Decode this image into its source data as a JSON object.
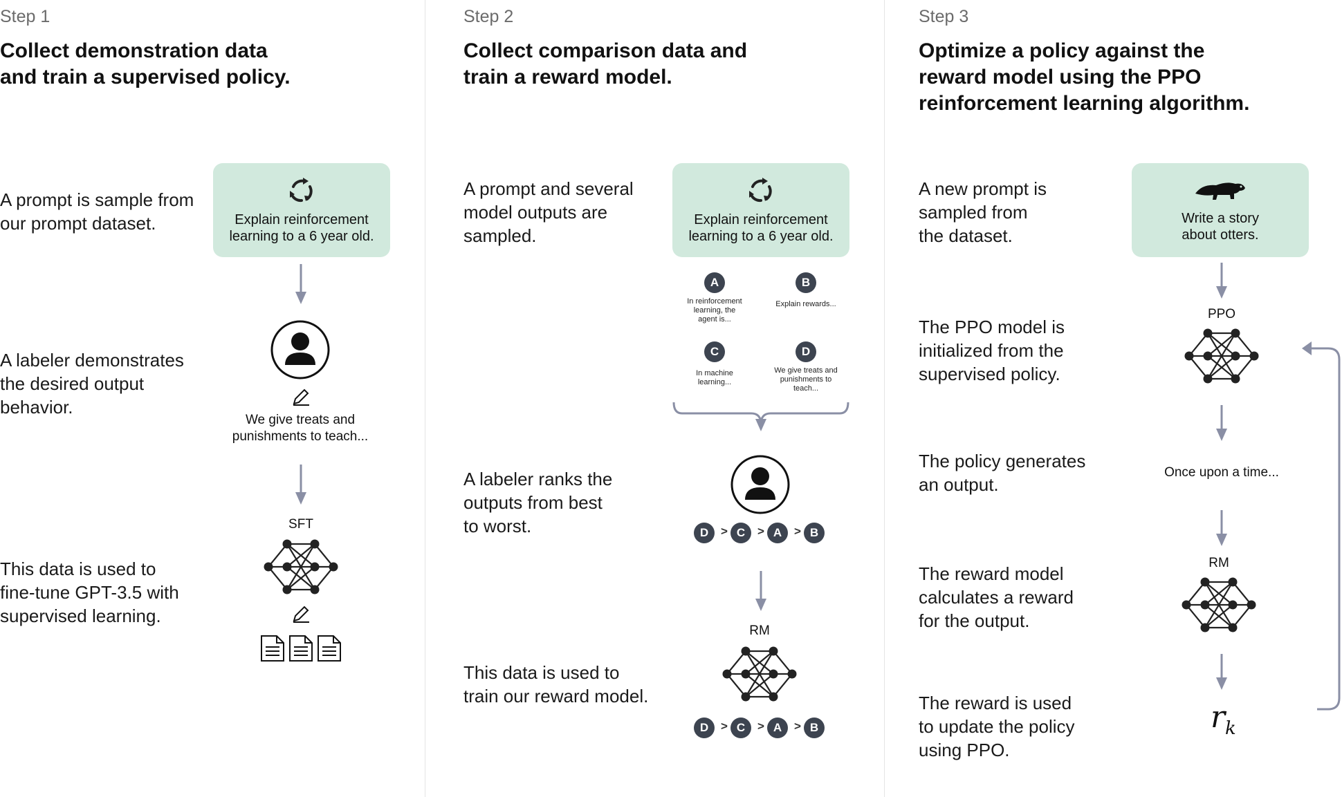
{
  "steps": [
    {
      "label": "Step 1",
      "title_line1": "Collect demonstration data",
      "title_line2": "and train a supervised policy.",
      "descriptions": [
        {
          "lines": [
            "A prompt is sample from",
            "our prompt dataset."
          ]
        },
        {
          "lines": [
            "A labeler demonstrates",
            "the desired output",
            "behavior."
          ]
        },
        {
          "lines": [
            "This data is used to",
            "fine-tune GPT-3.5 with",
            "supervised learning."
          ]
        }
      ],
      "prompt": {
        "line1": "Explain reinforcement",
        "line2": "learning to a 6 year old."
      },
      "demo_output": {
        "line1": "We give treats and",
        "line2": "punishments to teach..."
      },
      "model_label": "SFT"
    },
    {
      "label": "Step 2",
      "title_line1": "Collect comparison data and",
      "title_line2": "train a reward model.",
      "descriptions": [
        {
          "lines": [
            "A prompt and several",
            "model outputs are",
            "sampled."
          ]
        },
        {
          "lines": [
            "A labeler ranks the",
            "outputs from best",
            "to worst."
          ]
        },
        {
          "lines": [
            "This data is used to",
            "train our reward model."
          ]
        }
      ],
      "prompt": {
        "line1": "Explain reinforcement",
        "line2": "learning to a 6 year old."
      },
      "outputs": [
        {
          "letter": "A",
          "lines": [
            "In reinforcement",
            "learning, the",
            "agent is..."
          ]
        },
        {
          "letter": "B",
          "lines": [
            "Explain rewards..."
          ]
        },
        {
          "letter": "C",
          "lines": [
            "In machine",
            "learning..."
          ]
        },
        {
          "letter": "D",
          "lines": [
            "We give treats and",
            "punishments to",
            "teach..."
          ]
        }
      ],
      "ranking": [
        "D",
        "C",
        "A",
        "B"
      ],
      "ranking_separator": ">",
      "model_label": "RM"
    },
    {
      "label": "Step 3",
      "title_line1": "Optimize a policy against the",
      "title_line2": "reward model using the PPO",
      "title_line3": "reinforcement learning algorithm.",
      "descriptions": [
        {
          "lines": [
            "A new prompt is",
            "sampled from",
            "the dataset."
          ]
        },
        {
          "lines": [
            "The PPO model is",
            "initialized from the",
            "supervised policy."
          ]
        },
        {
          "lines": [
            "The policy generates",
            "an output."
          ]
        },
        {
          "lines": [
            "The reward model",
            "calculates a reward",
            "for the output."
          ]
        },
        {
          "lines": [
            "The reward is used",
            "to update the policy",
            "using PPO."
          ]
        }
      ],
      "prompt": {
        "line1": "Write a story",
        "line2": "about otters."
      },
      "policy_label": "PPO",
      "generated_output": "Once upon a time...",
      "reward_model_label": "RM",
      "reward_symbol": "r",
      "reward_subscript": "k"
    }
  ],
  "colors": {
    "prompt_box": "#d1e9dd",
    "arrow": "#8a8fa5",
    "dark_node": "#222222",
    "circle_badge": "#3d4450"
  },
  "icons": [
    "recycle-arrows-icon",
    "otter-icon",
    "person-icon",
    "pencil-icon",
    "document-icon",
    "neural-network-icon",
    "feedback-loop-arrow-icon"
  ]
}
